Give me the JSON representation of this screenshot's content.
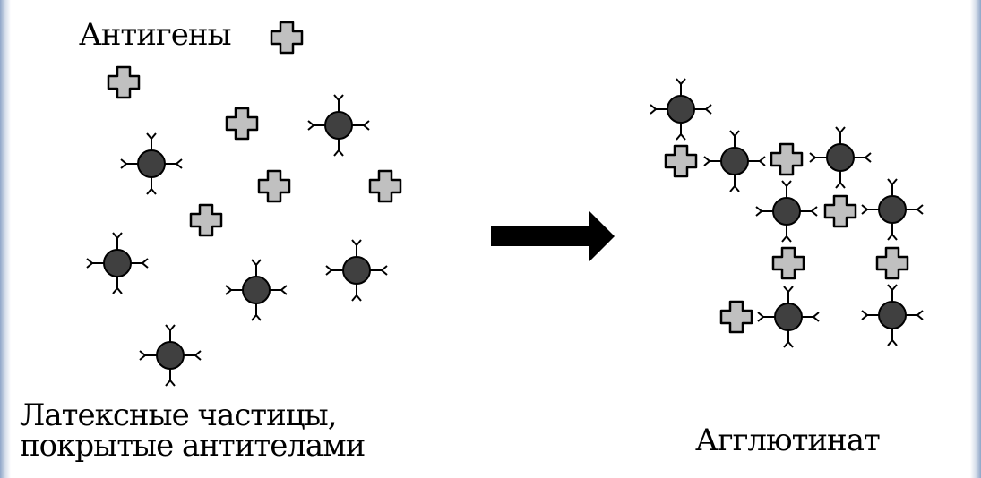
{
  "labels": {
    "antigens": "Антигены",
    "latex_line1": "Латексные частицы,",
    "latex_line2": "покрытые антителами",
    "agglutinate": "Агглютинат"
  },
  "colors": {
    "antigen_fill": "#c0c0c0",
    "particle_fill": "#404040",
    "stroke": "#000000"
  },
  "icons": {
    "antigen": "antigen-cross-icon",
    "latex_particle": "antibody-coated-particle-icon",
    "arrow": "right-arrow-icon"
  }
}
